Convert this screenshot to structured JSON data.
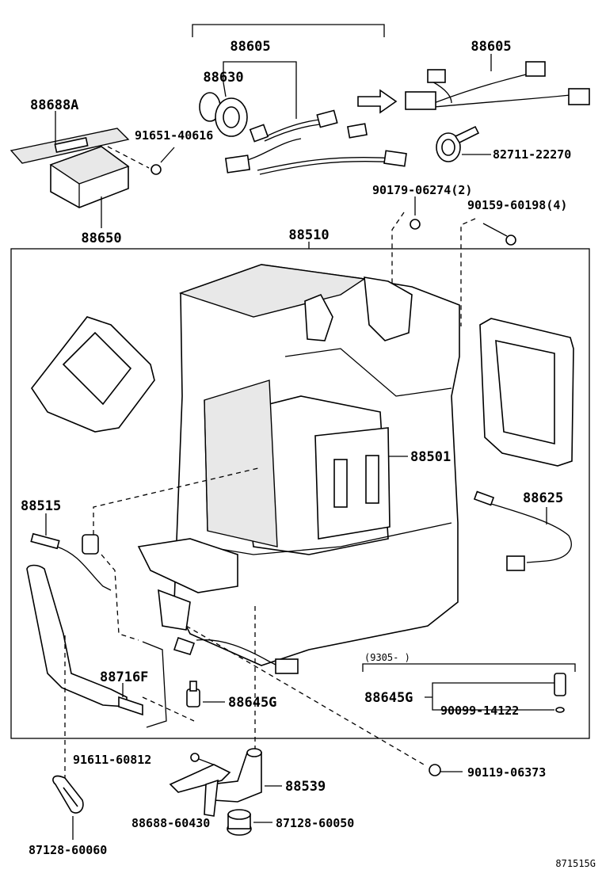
{
  "labels": {
    "p88605_top": "88605",
    "p88605_right": "88605",
    "p88630": "88630",
    "p88688A": "88688A",
    "p91651": "91651-40616",
    "p82711": "82711-22270",
    "p88650": "88650",
    "p90179": "90179-06274(2)",
    "p90159": "90159-60198(4)",
    "p88510": "88510",
    "p88501": "88501",
    "p88515": "88515",
    "p88625": "88625",
    "p88716F": "88716F",
    "p88645G_left": "88645G",
    "p9305": "(9305-   )",
    "p88645G_right": "88645G",
    "p90099": "90099-14122",
    "p91611": "91611-60812",
    "p90119": "90119-06373",
    "p88539": "88539",
    "p88688_60430": "88688-60430",
    "p87128_60050": "87128-60050",
    "p87128_60060": "87128-60060",
    "figure_id": "871515G"
  }
}
